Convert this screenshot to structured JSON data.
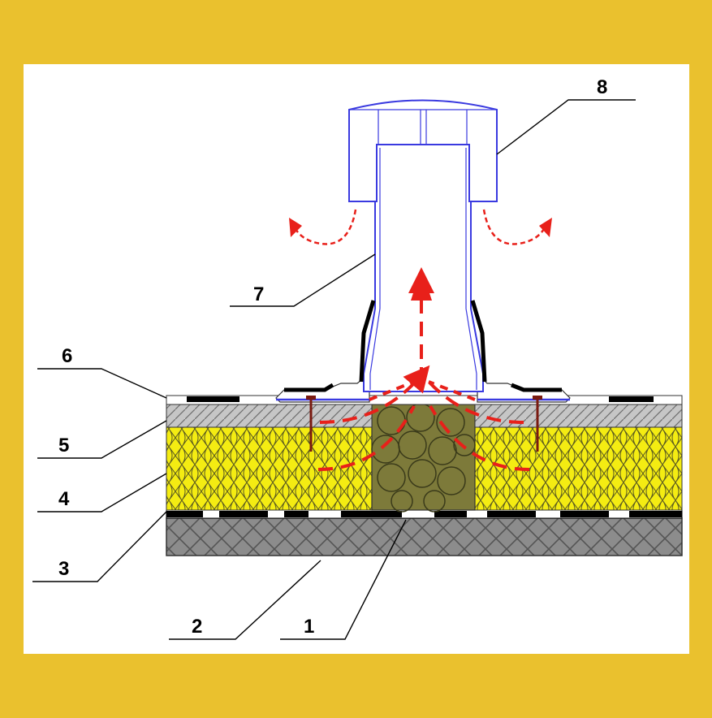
{
  "colors": {
    "frame": "#EAC12E",
    "background": "#FFFFFF",
    "airflow_arrows": "#E8201A",
    "vent_outline": "#3A3AE0",
    "insulation": "#F2EA14",
    "gravel_fill": "#7D7A3A",
    "screed": "#BDBDBD",
    "base_slab": "#8A8A8A",
    "membrane": "#000000"
  },
  "labels": {
    "l1": "1",
    "l2": "2",
    "l3": "3",
    "l4": "4",
    "l5": "5",
    "l6": "6",
    "l7": "7",
    "l8": "8"
  }
}
